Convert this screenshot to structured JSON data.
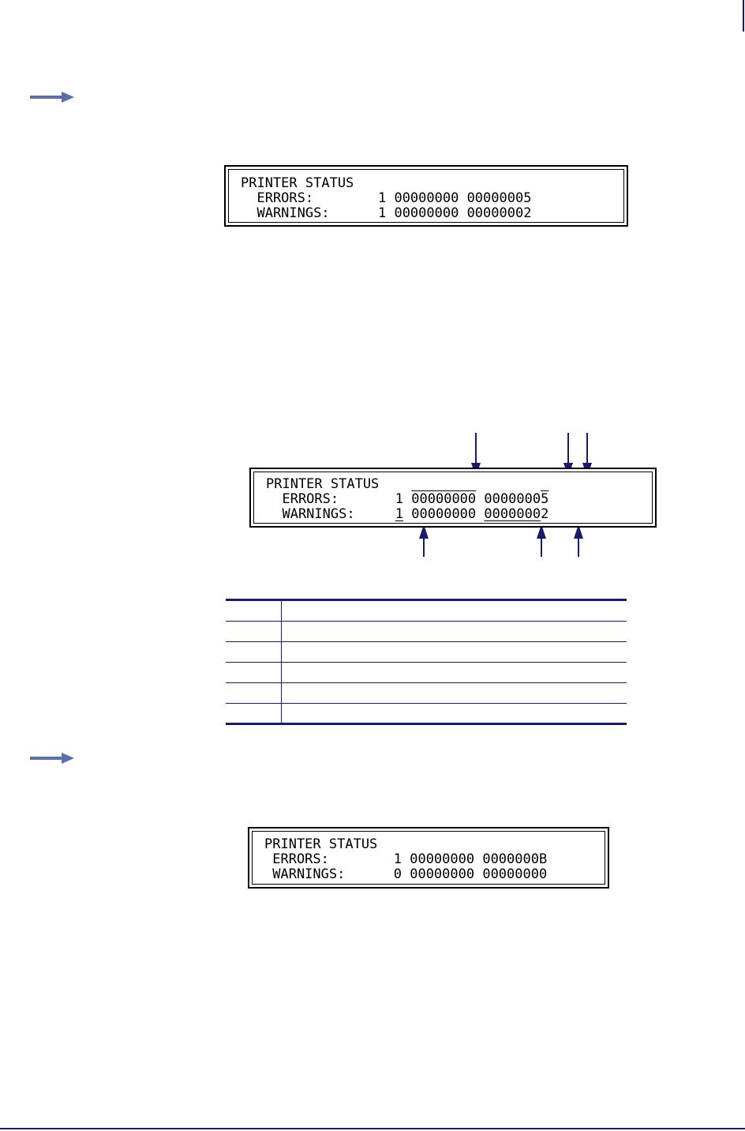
{
  "page": {
    "accent_color": "#1a1a6e",
    "arrow_color": "#5b6fae"
  },
  "display1": {
    "line1": "PRINTER STATUS",
    "line2": "  ERRORS:        1 00000000 00000005",
    "line3": "  WARNINGS:      1 00000000 00000002"
  },
  "display2": {
    "title": "PRINTER STATUS",
    "errors_label": "  ERRORS:       ",
    "errors_flag": "1",
    "errors_group1": "00000000",
    "errors_group2_head": "0000000",
    "errors_group2_tail": "5",
    "warnings_label": "  WARNINGS:     ",
    "warnings_flag": "1",
    "warnings_group1": "00000000",
    "warnings_group2_head": "0000000",
    "warnings_group2_tail": "2"
  },
  "display3": {
    "line1": "PRINTER STATUS",
    "line2": " ERRORS:        1 00000000 0000000B",
    "line3": " WARNINGS:      0 00000000 00000000"
  },
  "table": {
    "rows": [
      "",
      "",
      "",
      "",
      "",
      ""
    ]
  }
}
